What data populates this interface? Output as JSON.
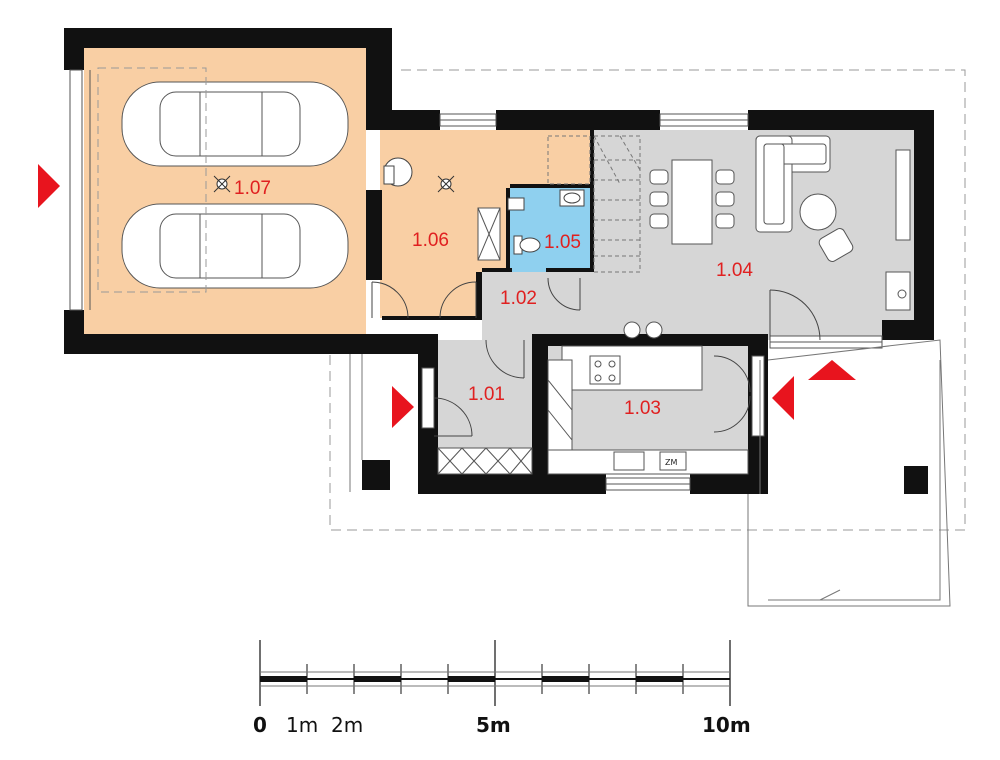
{
  "rooms": [
    {
      "id": "1.01",
      "label": "1.01"
    },
    {
      "id": "1.02",
      "label": "1.02"
    },
    {
      "id": "1.03",
      "label": "1.03"
    },
    {
      "id": "1.04",
      "label": "1.04"
    },
    {
      "id": "1.05",
      "label": "1.05"
    },
    {
      "id": "1.06",
      "label": "1.06"
    },
    {
      "id": "1.07",
      "label": "1.07"
    }
  ],
  "scale": {
    "l0": "0",
    "l1": "1m",
    "l2": "2m",
    "l5": "5m",
    "l10": "10m"
  },
  "appliance_text": "ZM",
  "colors": {
    "wall": "#111111",
    "garage_floor": "#f9cfa4",
    "utility_floor": "#f9cfa4",
    "living_floor": "#d6d6d6",
    "bath_floor": "#8fd0ef",
    "label_red": "#e02020",
    "arrow_red": "#e8141e"
  }
}
